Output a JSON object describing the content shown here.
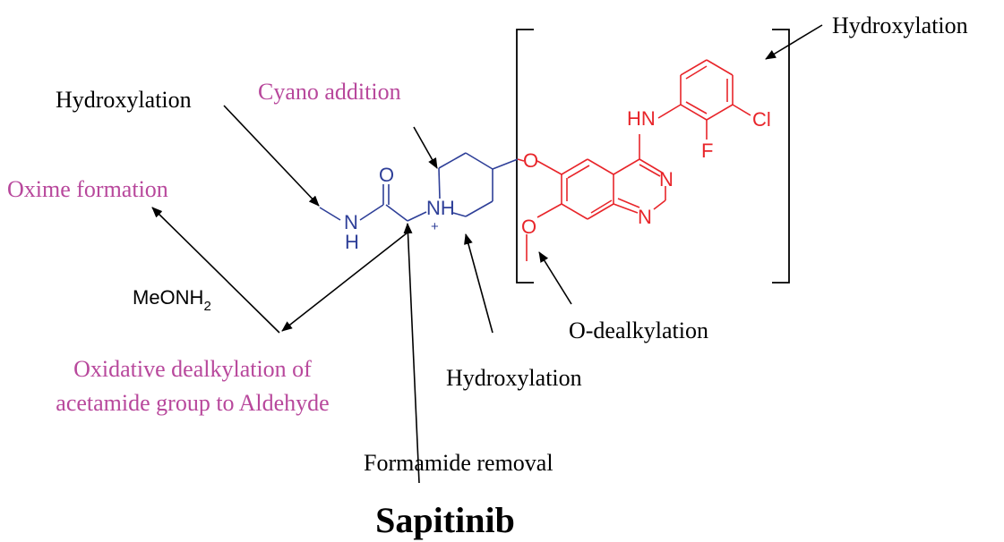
{
  "title": "Sapitinib",
  "colors": {
    "annotation_black": "#000000",
    "annotation_magenta": "#b8489c",
    "left_fragment_blue": "#2e3f98",
    "right_fragment_red": "#e8252a",
    "arrows": "#000000",
    "bracket": "#000000"
  },
  "annotations": {
    "hydroxylation_top_right": "Hydroxylation",
    "hydroxylation_left": "Hydroxylation",
    "cyano_addition": "Cyano addition",
    "oxime_formation": "Oxime formation",
    "reagent_meonh": "MeONH",
    "reagent_subscript": "2",
    "oxidative_line1": "Oxidative dealkylation of",
    "oxidative_line2": "acetamide group to Aldehyde",
    "hydroxylation_bottom": "Hydroxylation",
    "o_dealkylation": "O-dealkylation",
    "formamide_removal": "Formamide removal"
  },
  "atoms": {
    "amide_oxygen": "O",
    "amide_n": "N",
    "amide_h": "H",
    "piperidinium_nh": "NH",
    "plus_charge": "+",
    "ether_o_upper": "O",
    "ether_o_lower": "O",
    "quinazoline_n1": "N",
    "quinazoline_n2": "N",
    "aniline_hn": "HN",
    "fluorine": "F",
    "chlorine": "Cl"
  }
}
